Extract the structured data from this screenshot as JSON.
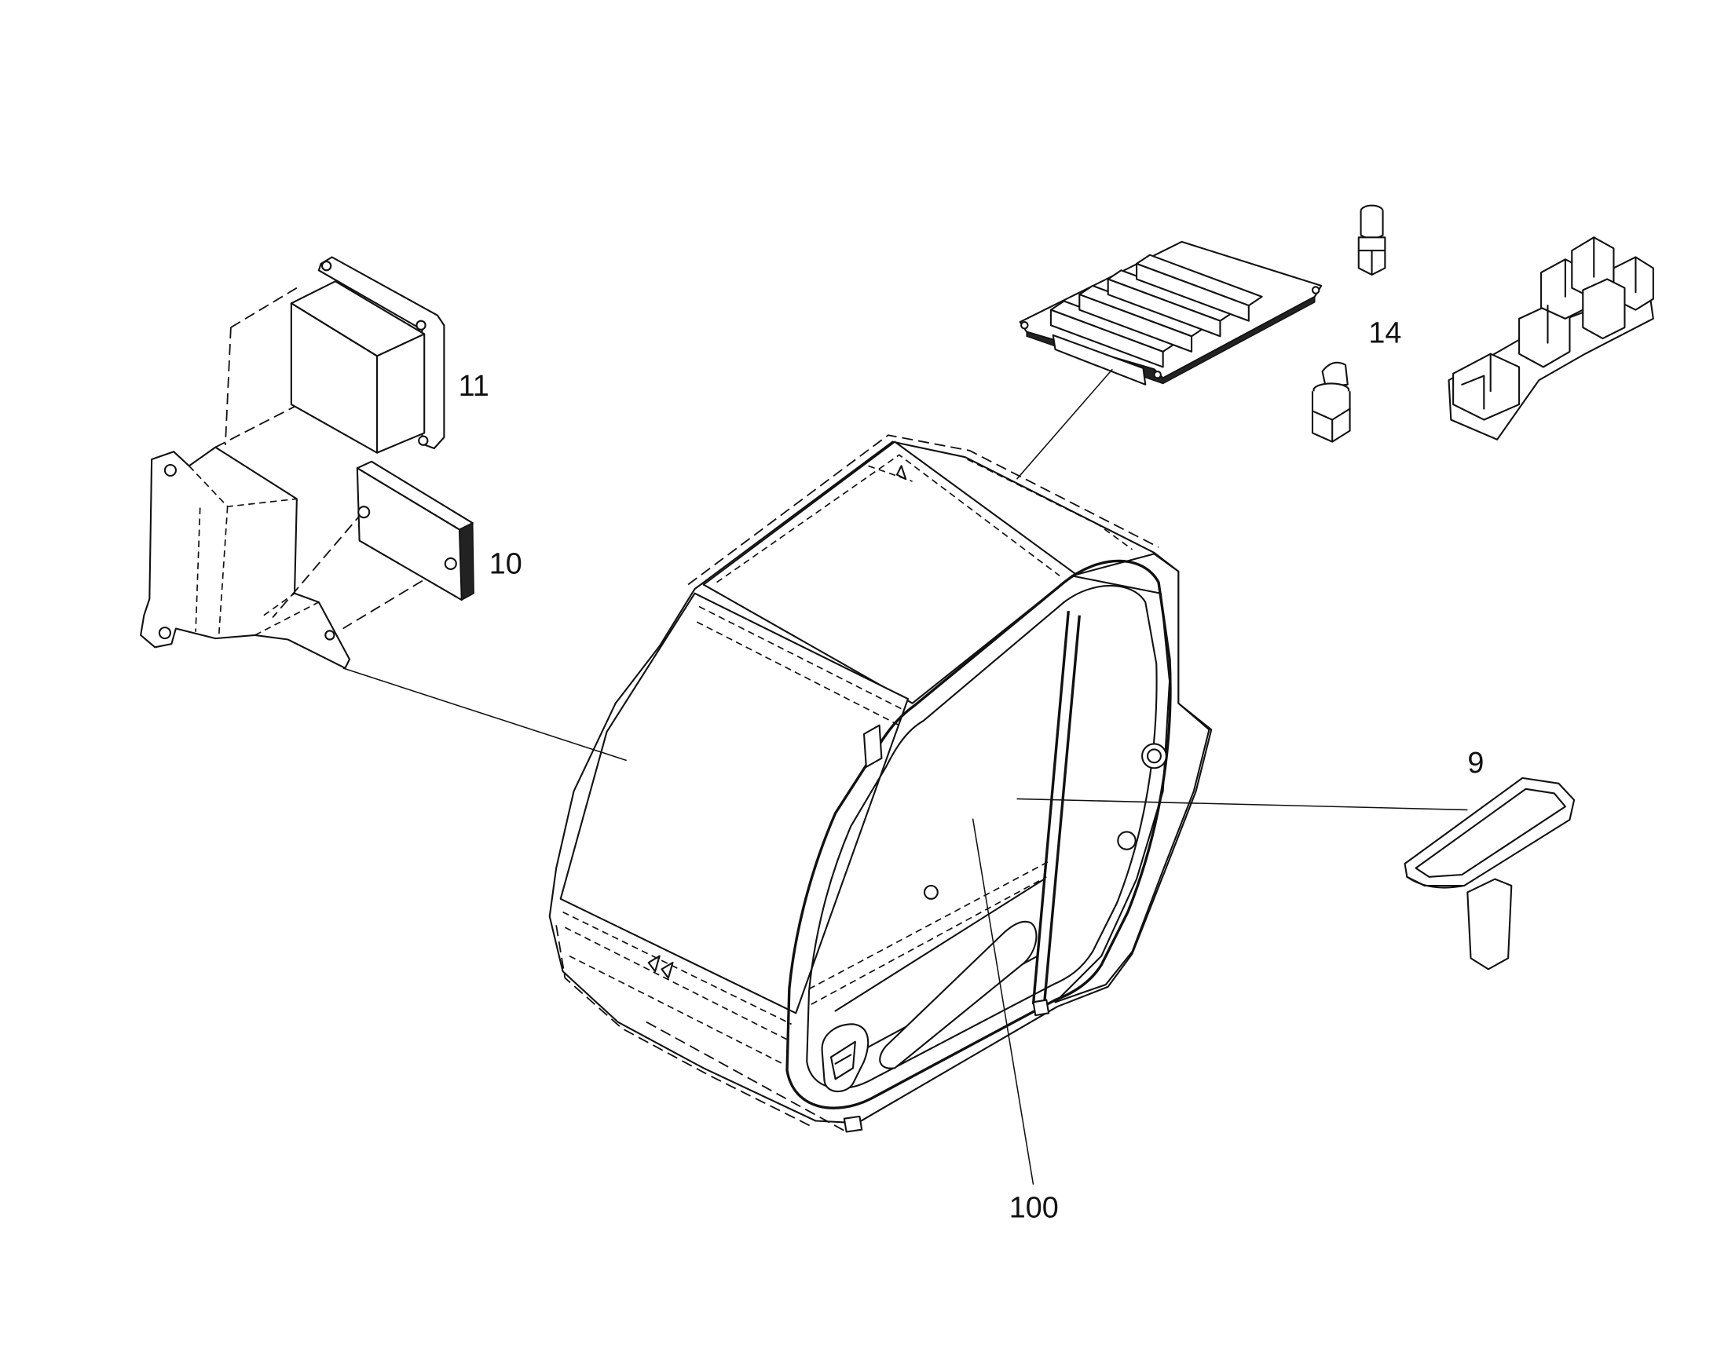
{
  "callouts": [
    {
      "label": "11"
    },
    {
      "label": "10"
    },
    {
      "label": "14"
    },
    {
      "label": "9"
    },
    {
      "label": "100"
    }
  ]
}
